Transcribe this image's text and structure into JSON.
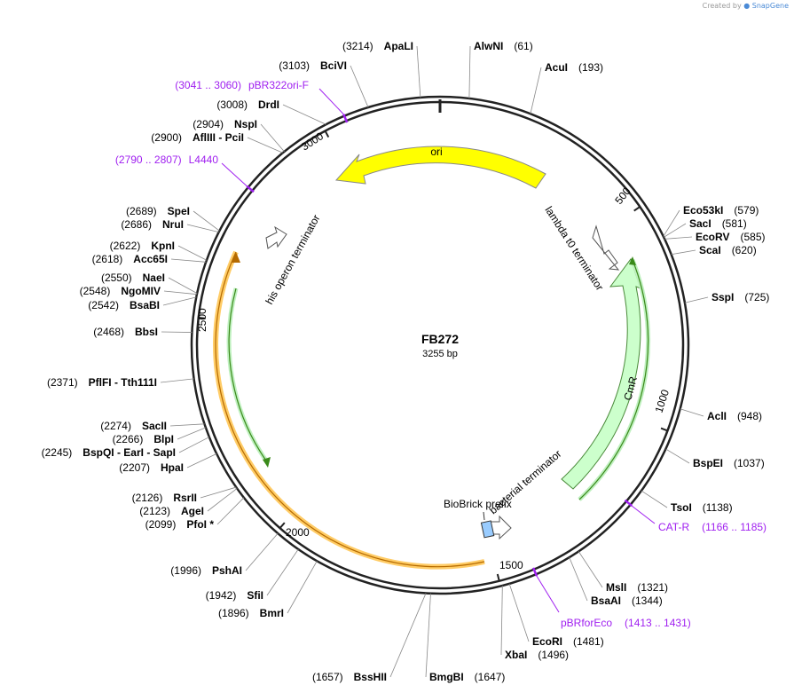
{
  "branding": {
    "created_by": "Created by",
    "brand_name": "SnapGene",
    "brand_icon": "snapgene-logo-icon"
  },
  "map": {
    "name": "FB272",
    "length_label": "3255 bp",
    "length": 3255,
    "colors": {
      "backbone": "#222222",
      "ori": "#ffff00",
      "cmr": "#ccffcc",
      "cmr_stroke": "#4a8a3a",
      "terminator": "#ffffff",
      "biobrick": "#99ccff",
      "highlight": "#ffcc66",
      "highlight_green": "#3a8a1a",
      "primer": "#a020f0"
    },
    "ticks": [
      {
        "pos": 500,
        "label": "500"
      },
      {
        "pos": 1000,
        "label": "1000"
      },
      {
        "pos": 1500,
        "label": "1500"
      },
      {
        "pos": 2000,
        "label": "2000"
      },
      {
        "pos": 2500,
        "label": "2500"
      },
      {
        "pos": 3000,
        "label": "3000"
      }
    ],
    "sites": [
      {
        "name": "AlwNI",
        "pos": "(61)",
        "bp": 61
      },
      {
        "name": "AcuI",
        "pos": "(193)",
        "bp": 193
      },
      {
        "name": "Eco53kI",
        "pos": "(579)",
        "bp": 579
      },
      {
        "name": "SacI",
        "pos": "(581)",
        "bp": 581
      },
      {
        "name": "EcoRV",
        "pos": "(585)",
        "bp": 585
      },
      {
        "name": "ScaI",
        "pos": "(620)",
        "bp": 620
      },
      {
        "name": "SspI",
        "pos": "(725)",
        "bp": 725
      },
      {
        "name": "AclI",
        "pos": "(948)",
        "bp": 948
      },
      {
        "name": "BspEI",
        "pos": "(1037)",
        "bp": 1037
      },
      {
        "name": "TsoI",
        "pos": "(1138)",
        "bp": 1138
      },
      {
        "name": "MslI",
        "pos": "(1321)",
        "bp": 1321
      },
      {
        "name": "BsaAI",
        "pos": "(1344)",
        "bp": 1344
      },
      {
        "name": "EcoRI",
        "pos": "(1481)",
        "bp": 1481
      },
      {
        "name": "XbaI",
        "pos": "(1496)",
        "bp": 1496
      },
      {
        "name": "BmgBI",
        "pos": "(1647)",
        "bp": 1647
      },
      {
        "name": "BssHII",
        "pos": "(1657)",
        "bp": 1657
      },
      {
        "name": "BmrI",
        "pos": "(1896)",
        "bp": 1896
      },
      {
        "name": "SfiI",
        "pos": "(1942)",
        "bp": 1942
      },
      {
        "name": "PshAI",
        "pos": "(1996)",
        "bp": 1996
      },
      {
        "name": "PfoI *",
        "pos": "(2099)",
        "bp": 2099
      },
      {
        "name": "AgeI",
        "pos": "(2123)",
        "bp": 2123
      },
      {
        "name": "RsrII",
        "pos": "(2126)",
        "bp": 2126
      },
      {
        "name": "HpaI",
        "pos": "(2207)",
        "bp": 2207
      },
      {
        "name": "BspQI  - EarI  - SapI",
        "pos": "(2245)",
        "bp": 2245
      },
      {
        "name": "BlpI",
        "pos": "(2266)",
        "bp": 2266
      },
      {
        "name": "SacII",
        "pos": "(2274)",
        "bp": 2274
      },
      {
        "name": "PflFI  - Tth111I",
        "pos": "(2371)",
        "bp": 2371
      },
      {
        "name": "BbsI",
        "pos": "(2468)",
        "bp": 2468
      },
      {
        "name": "BsaBI",
        "pos": "(2542)",
        "bp": 2542
      },
      {
        "name": "NgoMIV",
        "pos": "(2548)",
        "bp": 2548
      },
      {
        "name": "NaeI",
        "pos": "(2550)",
        "bp": 2550
      },
      {
        "name": "Acc65I",
        "pos": "(2618)",
        "bp": 2618
      },
      {
        "name": "KpnI",
        "pos": "(2622)",
        "bp": 2622
      },
      {
        "name": "NruI",
        "pos": "(2686)",
        "bp": 2686
      },
      {
        "name": "SpeI",
        "pos": "(2689)",
        "bp": 2689
      },
      {
        "name": "AflIII  - PciI",
        "pos": "(2900)",
        "bp": 2900
      },
      {
        "name": "NspI",
        "pos": "(2904)",
        "bp": 2904
      },
      {
        "name": "DrdI",
        "pos": "(3008)",
        "bp": 3008
      },
      {
        "name": "BciVI",
        "pos": "(3103)",
        "bp": 3103
      },
      {
        "name": "ApaLI",
        "pos": "(3214)",
        "bp": 3214
      }
    ],
    "primers": [
      {
        "name": "pBR322ori-F",
        "range": "(3041 .. 3060)",
        "bp": 3050
      },
      {
        "name": "L4440",
        "range": "(2790 .. 2807)",
        "bp": 2798
      },
      {
        "name": "CAT-R",
        "range": "(1166 .. 1185)",
        "bp": 1175
      },
      {
        "name": "pBRforEco",
        "range": "(1413 .. 1431)",
        "bp": 1422
      }
    ],
    "features": [
      {
        "name": "ori",
        "type": "ori"
      },
      {
        "name": "lambda t0 terminator",
        "type": "terminator"
      },
      {
        "name": "CmR",
        "type": "cds"
      },
      {
        "name": "bacterial terminator",
        "type": "terminator"
      },
      {
        "name": "BioBrick prefix",
        "type": "misc"
      },
      {
        "name": "his operon terminator",
        "type": "terminator"
      }
    ]
  }
}
